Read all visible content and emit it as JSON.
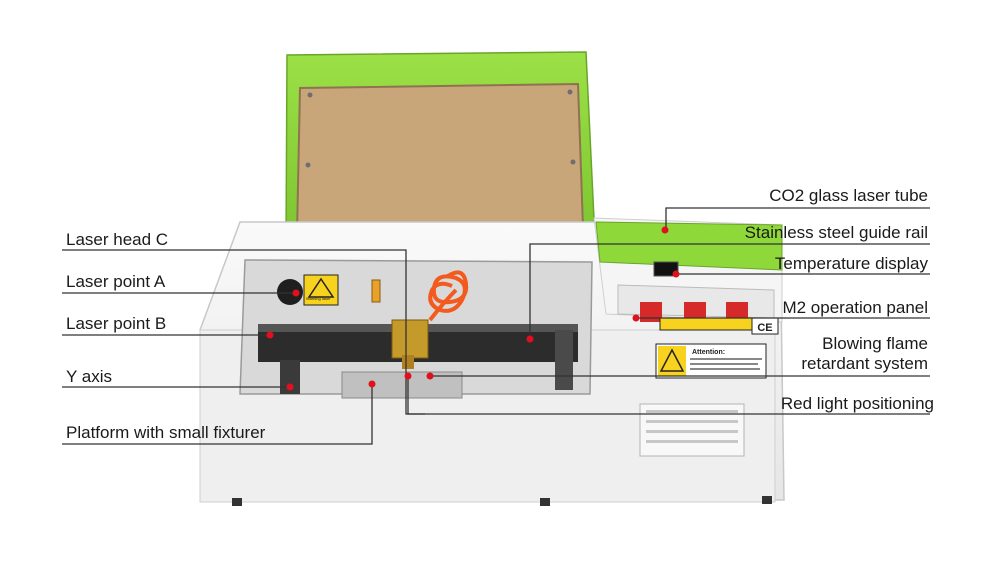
{
  "callouts": {
    "laser_head_c": "Laser head C",
    "laser_point_a": "Laser point A",
    "laser_point_b": "Laser point B",
    "y_axis": "Y axis",
    "platform": "Platform with small fixturer",
    "co2_tube": "CO2 glass laser tube",
    "guide_rail": "Stainless steel guide rail",
    "temperature_display": "Temperature display",
    "operation_panel": "M2 operation panel",
    "blowing_flame_1": "Blowing flame",
    "blowing_flame_2": "retardant system",
    "red_light": "Red light positioning"
  },
  "machine": {
    "attention_title": "Attention:",
    "ce_mark": "CE",
    "warning_sticker": "Warning laser"
  },
  "colors": {
    "lid_green": "#8fd83a",
    "body_white": "#f2f2f2",
    "lid_board": "#c9a57a",
    "marker_red": "#e0101e",
    "warning_yellow": "#f7d21e",
    "hose_orange": "#f25a1e"
  }
}
